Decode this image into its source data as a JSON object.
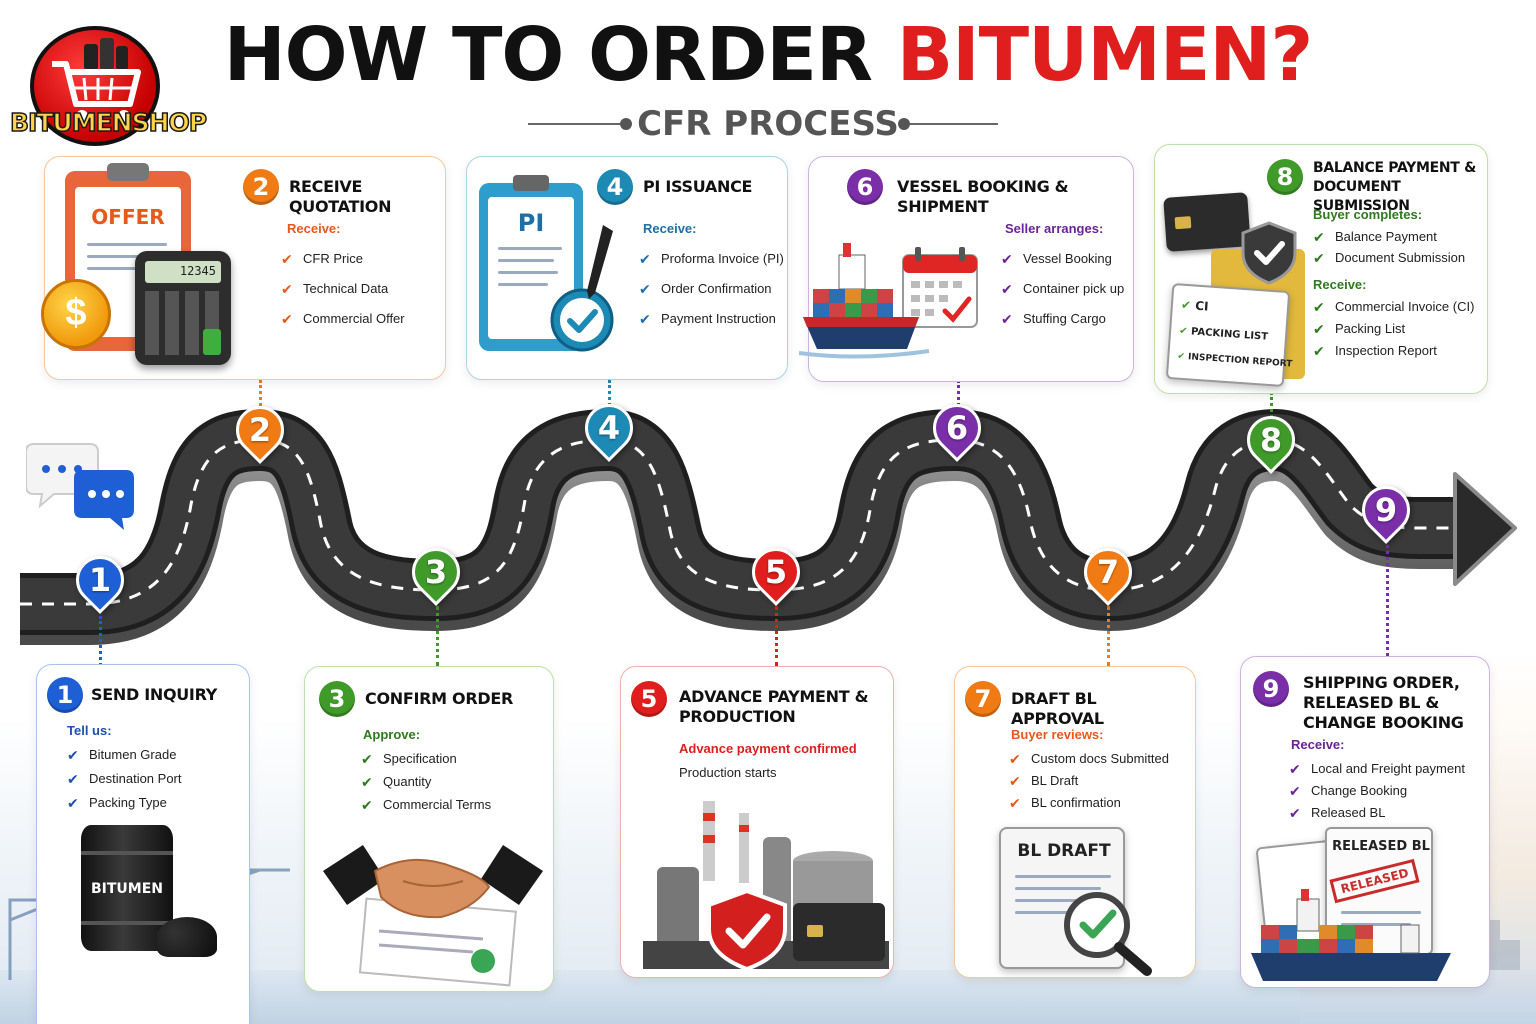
{
  "header": {
    "title_main": "HOW TO ORDER",
    "title_accent": "BITUMEN?",
    "subtitle": "CFR PROCESS"
  },
  "logo": {
    "text": "BITUMENSHOP",
    "icon": "cart-with-barrels-icon"
  },
  "colors": {
    "blue": "#1e5fd6",
    "orange": "#f07a14",
    "green": "#3f9a2a",
    "teal": "#1d8ab5",
    "red": "#e01e1e",
    "purple": "#7a2ea8",
    "road": "#2b2b2b"
  },
  "steps": [
    {
      "number": "1",
      "title": "SEND INQUIRY",
      "label": "Tell us:",
      "items": [
        "Bitumen Grade",
        "Destination Port",
        "Packing Type"
      ],
      "illustration": {
        "icon": "bitumen-drum-icon",
        "text": "BITUMEN"
      }
    },
    {
      "number": "2",
      "title": "RECEIVE QUOTATION",
      "label": "Receive:",
      "items": [
        "CFR Price",
        "Technical Data",
        "Commercial Offer"
      ],
      "illustration": {
        "icon": "offer-clipboard-calculator-icon",
        "text": "OFFER",
        "calc_display": "12345",
        "coin": "$"
      }
    },
    {
      "number": "3",
      "title": "CONFIRM ORDER",
      "label": "Approve:",
      "items": [
        "Specification",
        "Quantity",
        "Commercial Terms"
      ],
      "illustration": {
        "icon": "handshake-icon"
      }
    },
    {
      "number": "4",
      "title": "PI ISSUANCE",
      "label": "Receive:",
      "items": [
        "Proforma Invoice (PI)",
        "Order Confirmation",
        "Payment Instruction"
      ],
      "illustration": {
        "icon": "pi-clipboard-check-icon",
        "text": "PI"
      }
    },
    {
      "number": "5",
      "title": "ADVANCE PAYMENT & PRODUCTION",
      "highlight": "Advance payment confirmed",
      "note": "Production starts",
      "illustration": {
        "icon": "refinery-shield-card-icon"
      }
    },
    {
      "number": "6",
      "title": "VESSEL BOOKING & SHIPMENT",
      "label": "Seller arranges:",
      "items": [
        "Vessel Booking",
        "Container pick up",
        "Stuffing Cargo"
      ],
      "illustration": {
        "icon": "ship-calendar-icon"
      }
    },
    {
      "number": "7",
      "title": "DRAFT BL APPROVAL",
      "label": "Buyer reviews:",
      "items": [
        "Custom docs Submitted",
        "BL Draft",
        "BL confirmation"
      ],
      "illustration": {
        "icon": "bl-draft-magnifier-icon",
        "text": "BL DRAFT"
      }
    },
    {
      "number": "8",
      "title": "BALANCE PAYMENT & DOCUMENT SUBMISSION",
      "label": "Buyer completes:",
      "items": [
        "Balance Payment",
        "Document Submission"
      ],
      "label2": "Receive:",
      "items2": [
        "Commercial Invoice (CI)",
        "Packing List",
        "Inspection Report"
      ],
      "illustration": {
        "icon": "cards-folder-docs-icon",
        "docs": [
          "CI",
          "PACKING LIST",
          "INSPECTION REPORT"
        ]
      }
    },
    {
      "number": "9",
      "title": "SHIPPING ORDER, RELEASED BL & CHANGE BOOKING",
      "label": "Receive:",
      "items": [
        "Local and Freight payment",
        "Change Booking",
        "Released BL"
      ],
      "illustration": {
        "icon": "released-bl-ship-icon",
        "doc_title": "RELEASED BL",
        "stamp": "RELEASED"
      }
    }
  ]
}
